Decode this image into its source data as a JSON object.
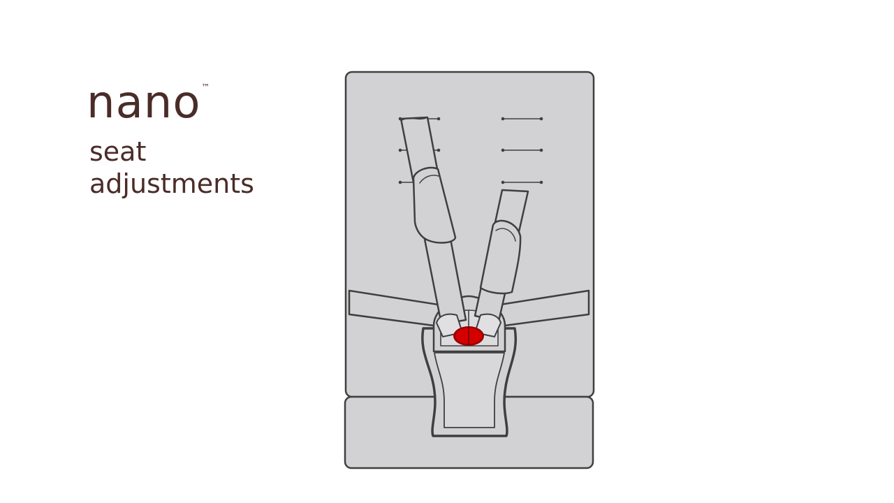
{
  "brand": {
    "name": "nano",
    "trademark": "™"
  },
  "heading": {
    "line1": "seat",
    "line2": "adjustments"
  },
  "diagram": {
    "highlight_color": "#d40000",
    "seat_color": "#d2d2d5",
    "outline_color": "#3f3f3f",
    "text_color": "#4a2c28"
  }
}
